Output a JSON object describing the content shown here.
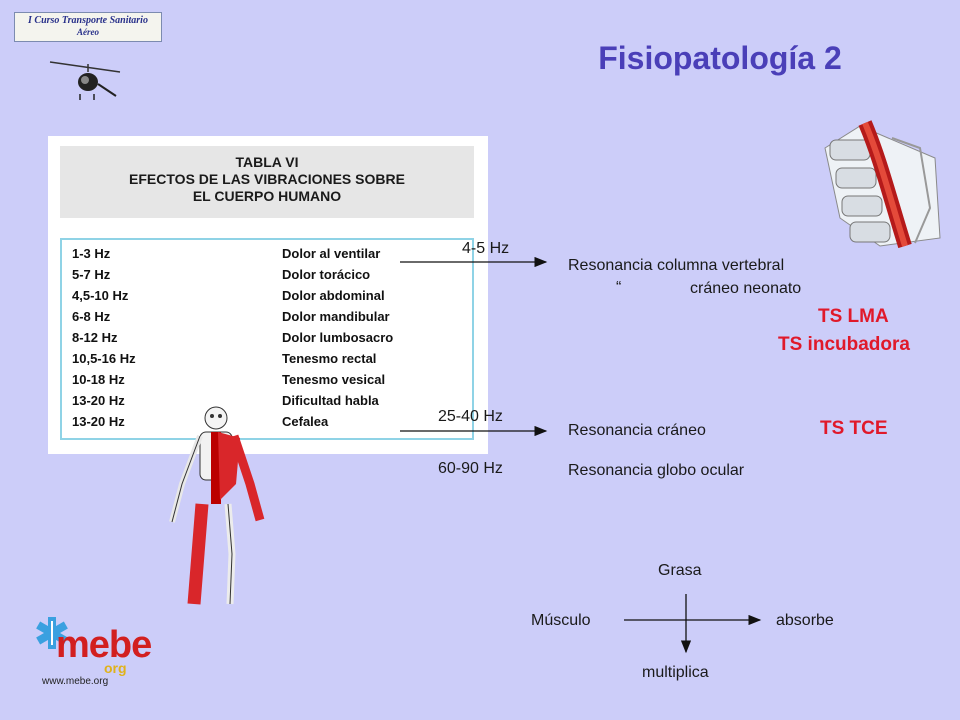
{
  "logo": {
    "line1": "I Curso Transporte Sanitario",
    "line2": "Aéreo"
  },
  "title": "Fisiopatología 2",
  "table": {
    "heading_line1": "TABLA VI",
    "heading_line2": "EFECTOS DE LAS VIBRACIONES SOBRE",
    "heading_line3": "EL CUERPO HUMANO",
    "rows": [
      {
        "freq": "1-3 Hz",
        "effect": "Dolor al ventilar"
      },
      {
        "freq": "5-7 Hz",
        "effect": "Dolor torácico"
      },
      {
        "freq": "4,5-10 Hz",
        "effect": "Dolor abdominal"
      },
      {
        "freq": "6-8 Hz",
        "effect": "Dolor mandibular"
      },
      {
        "freq": "8-12 Hz",
        "effect": "Dolor lumbosacro"
      },
      {
        "freq": "10,5-16 Hz",
        "effect": "Tenesmo rectal"
      },
      {
        "freq": "10-18 Hz",
        "effect": "Tenesmo vesical"
      },
      {
        "freq": "13-20 Hz",
        "effect": "Dificultad habla"
      },
      {
        "freq": "13-20 Hz",
        "effect": "Cefalea"
      }
    ]
  },
  "annotations": {
    "hz1": "4-5 Hz",
    "res1": "Resonancia columna vertebral",
    "quote_mark": "“",
    "res1b": "cráneo neonato",
    "ts_lma": "TS LMA",
    "ts_incubadora": "TS incubadora",
    "hz2": "25-40 Hz",
    "res2": "Resonancia cráneo",
    "ts_tce": "TS TCE",
    "hz3": "60-90 Hz",
    "res3": "Resonancia globo ocular"
  },
  "diagram": {
    "top": "Grasa",
    "left": "Músculo",
    "right": "absorbe",
    "bottom": "multiplica"
  },
  "mebe": {
    "brand": "mebe",
    "suffix": "org",
    "url": "www.mebe.org"
  },
  "colors": {
    "background": "#cccdf9",
    "title": "#4a3fb8",
    "accent_red": "#e0192a"
  }
}
